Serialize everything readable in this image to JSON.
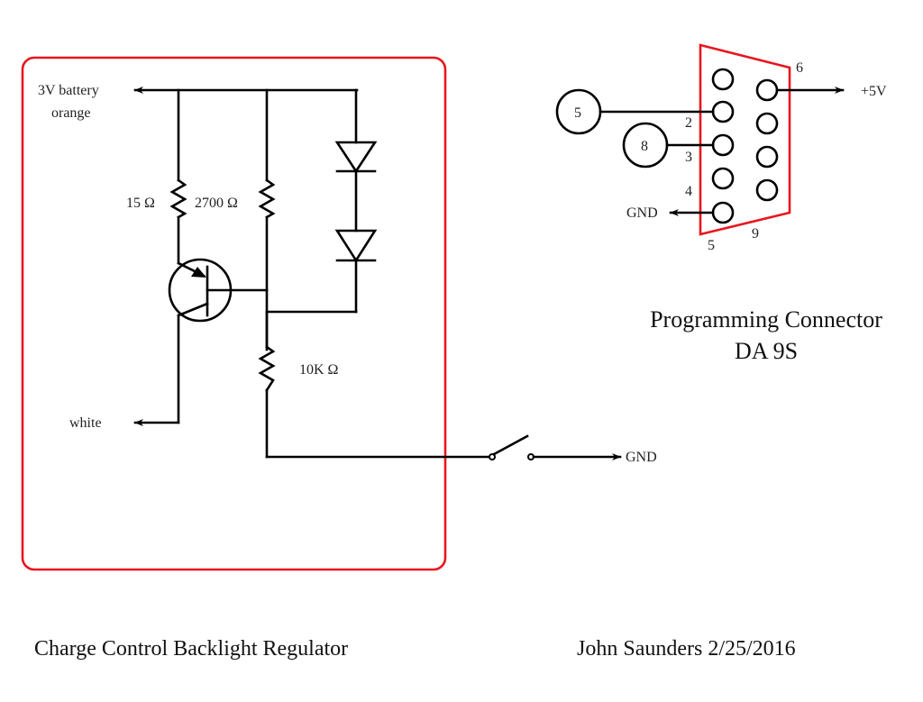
{
  "diagram": {
    "left_circuit": {
      "battery_label_line1": "3V battery",
      "battery_label_line2": "orange",
      "resistor_1": "15 Ω",
      "resistor_2": "2700 Ω",
      "resistor_3": "10K Ω",
      "output_label": "white",
      "ground_label": "GND"
    },
    "connector": {
      "title_line1": "Programming Connector",
      "title_line2": "DA 9S",
      "pin_labels": {
        "pin6": "6",
        "pin2": "2",
        "pin3": "3",
        "pin4": "4",
        "pin5": "5",
        "pin9": "9"
      },
      "plus5v_label": "+5V",
      "gnd_label": "GND",
      "wire_circle_a": "5",
      "wire_circle_b": "8"
    },
    "footer": {
      "title": "Charge Control Backlight Regulator",
      "author": "John Saunders 2/25/2016"
    },
    "colors": {
      "enclosure": "#e8161e",
      "wire": "#000000"
    }
  }
}
